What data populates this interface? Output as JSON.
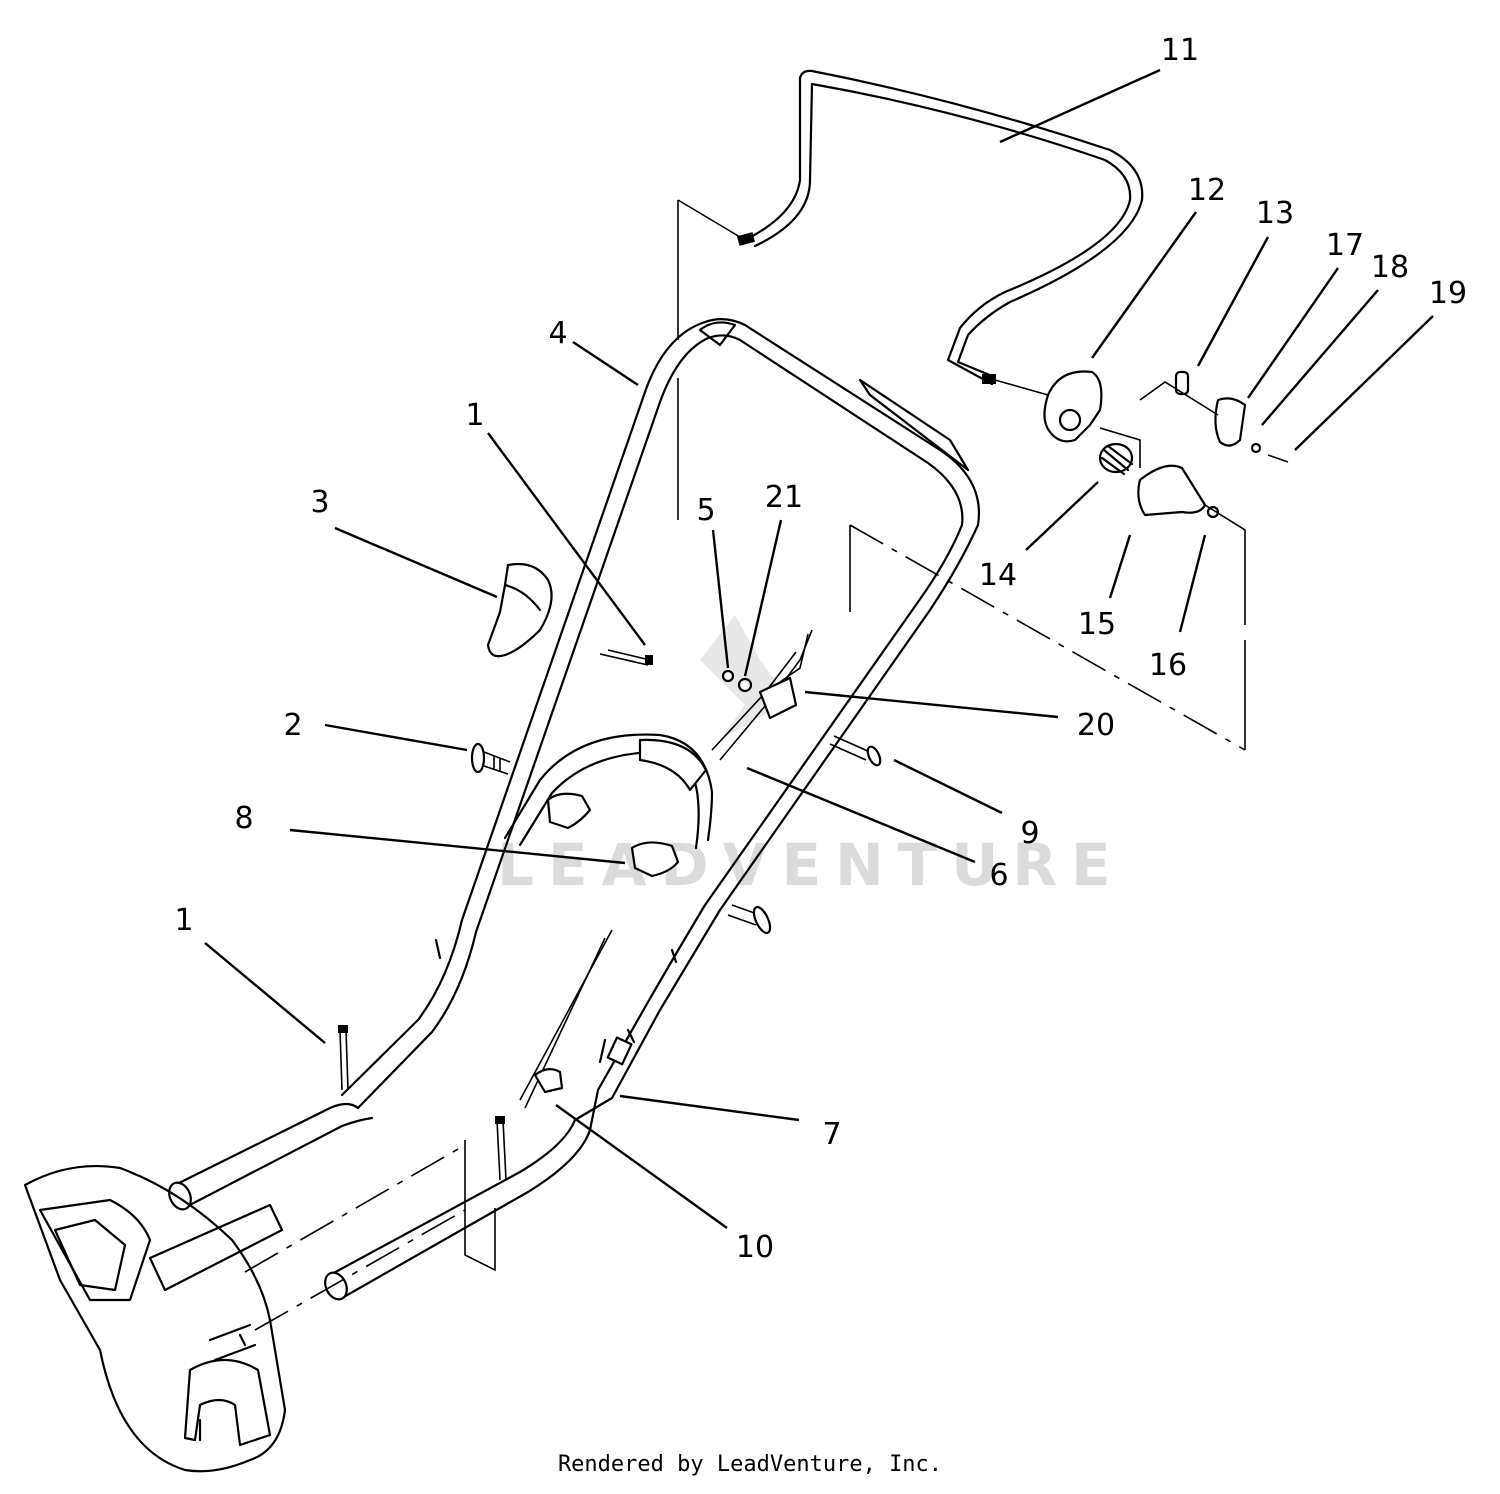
{
  "diagram": {
    "callouts": [
      {
        "id": "11",
        "label": "11"
      },
      {
        "id": "12",
        "label": "12"
      },
      {
        "id": "13",
        "label": "13"
      },
      {
        "id": "17",
        "label": "17"
      },
      {
        "id": "18",
        "label": "18"
      },
      {
        "id": "19",
        "label": "19"
      },
      {
        "id": "4",
        "label": "4"
      },
      {
        "id": "1a",
        "label": "1"
      },
      {
        "id": "3",
        "label": "3"
      },
      {
        "id": "5",
        "label": "5"
      },
      {
        "id": "21",
        "label": "21"
      },
      {
        "id": "14",
        "label": "14"
      },
      {
        "id": "15",
        "label": "15"
      },
      {
        "id": "16",
        "label": "16"
      },
      {
        "id": "2",
        "label": "2"
      },
      {
        "id": "20",
        "label": "20"
      },
      {
        "id": "8",
        "label": "8"
      },
      {
        "id": "9",
        "label": "9"
      },
      {
        "id": "6",
        "label": "6"
      },
      {
        "id": "1b",
        "label": "1"
      },
      {
        "id": "7",
        "label": "7"
      },
      {
        "id": "10",
        "label": "10"
      }
    ],
    "watermark": "LEADVENTURE"
  },
  "footer": {
    "text": "Rendered by LeadVenture, Inc."
  }
}
